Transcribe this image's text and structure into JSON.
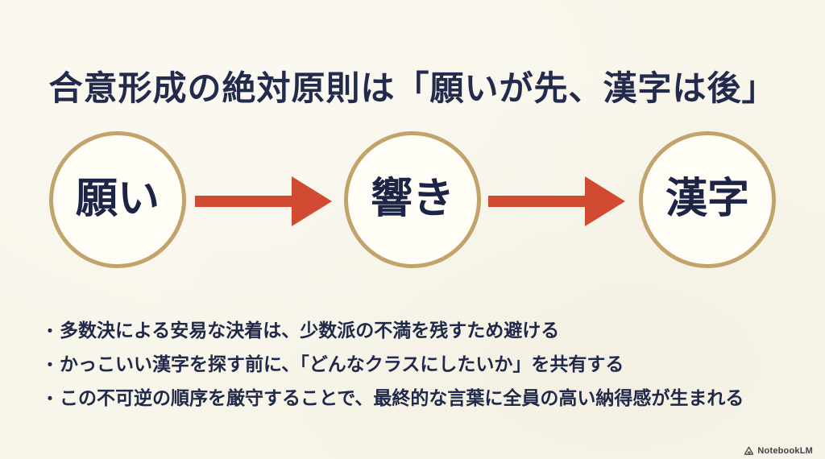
{
  "slide": {
    "title": "合意形成の絶対原則は「願いが先、漢字は後」",
    "flow": {
      "steps": [
        {
          "label": "願い"
        },
        {
          "label": "響き"
        },
        {
          "label": "漢字"
        }
      ],
      "arrow_count": 2
    },
    "bullets": [
      {
        "marker": "・",
        "text": "多数決による安易な決着は、少数派の不満を残すため避ける"
      },
      {
        "marker": "・",
        "text": "かっこいい漢字を探す前に、「どんなクラスにしたいか」を共有する"
      },
      {
        "marker": "・",
        "text": "この不可逆の順序を厳守することで、最終的な言葉に全員の高い納得感が生まれる"
      }
    ],
    "watermark": {
      "label": "NotebookLM",
      "icon": "notebooklm-logo-icon"
    },
    "colors": {
      "background": "#f8f5ea",
      "title_text": "#232b4d",
      "circle_fill": "#fffdf6",
      "circle_border": "#c2a36b",
      "arrow": "#d14b33",
      "bullet_text": "#20294a",
      "watermark_text": "#3f4246"
    }
  }
}
